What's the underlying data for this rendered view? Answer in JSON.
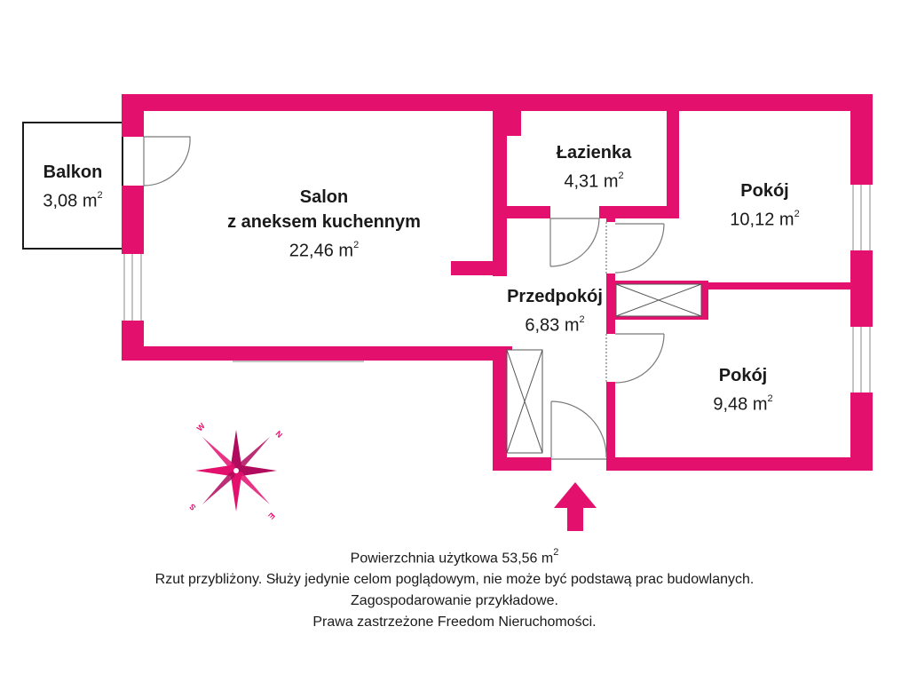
{
  "colors": {
    "wall": "#e3106e",
    "accent": "#e3106e",
    "compass_dark": "#b00b5c"
  },
  "rooms": {
    "balkon": {
      "name": "Balkon",
      "area": "3,08 m",
      "unit_sup": "2"
    },
    "salon": {
      "name": "Salon",
      "name2": "z aneksem kuchennym",
      "area": "22,46 m",
      "unit_sup": "2"
    },
    "lazienka": {
      "name": "Łazienka",
      "area": "4,31 m",
      "unit_sup": "2"
    },
    "pokoj1": {
      "name": "Pokój",
      "area": "10,12 m",
      "unit_sup": "2"
    },
    "przedpokoj": {
      "name": "Przedpokój",
      "area": "6,83 m",
      "unit_sup": "2"
    },
    "pokoj2": {
      "name": "Pokój",
      "area": "9,48 m",
      "unit_sup": "2"
    }
  },
  "compass": {
    "n": "N",
    "e": "E",
    "s": "S",
    "w": "W"
  },
  "entrance_icon": "arrow-up-icon",
  "footer": {
    "line1": "Powierzchnia użytkowa 53,56 m",
    "line1_sup": "2",
    "line2": "Rzut przybliżony. Służy jedynie celom poglądowym, nie może być podstawą prac budowlanych.",
    "line3": "Zagospodarowanie przykładowe.",
    "line4": "Prawa zastrzeżone Freedom Nieruchomości."
  }
}
